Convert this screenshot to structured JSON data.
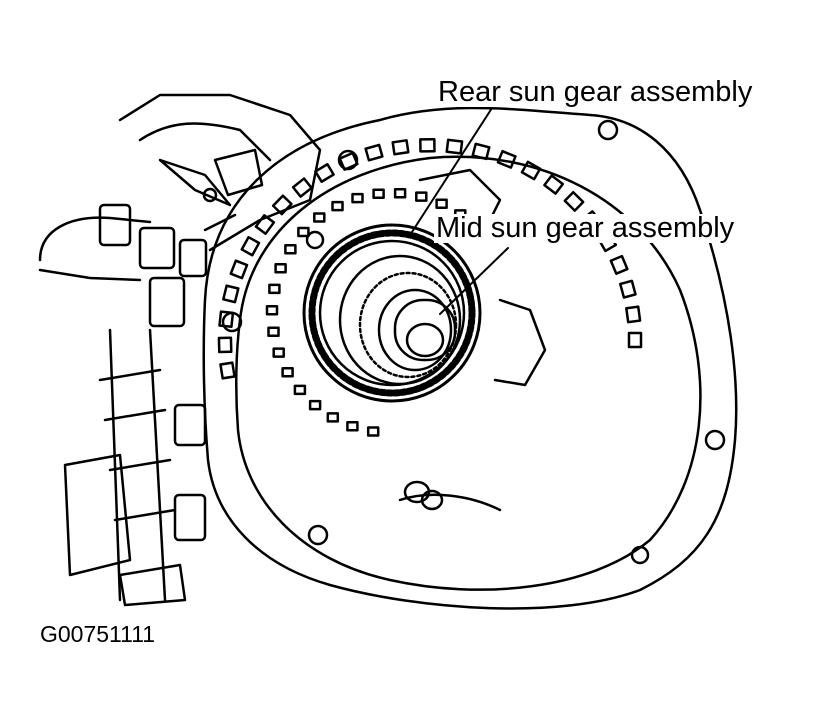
{
  "labels": {
    "rear_sun_gear": "Rear sun gear assembly",
    "mid_sun_gear": "Mid sun gear assembly"
  },
  "figure_id": "G00751111",
  "colors": {
    "ink": "#000000",
    "paper": "#ffffff"
  }
}
